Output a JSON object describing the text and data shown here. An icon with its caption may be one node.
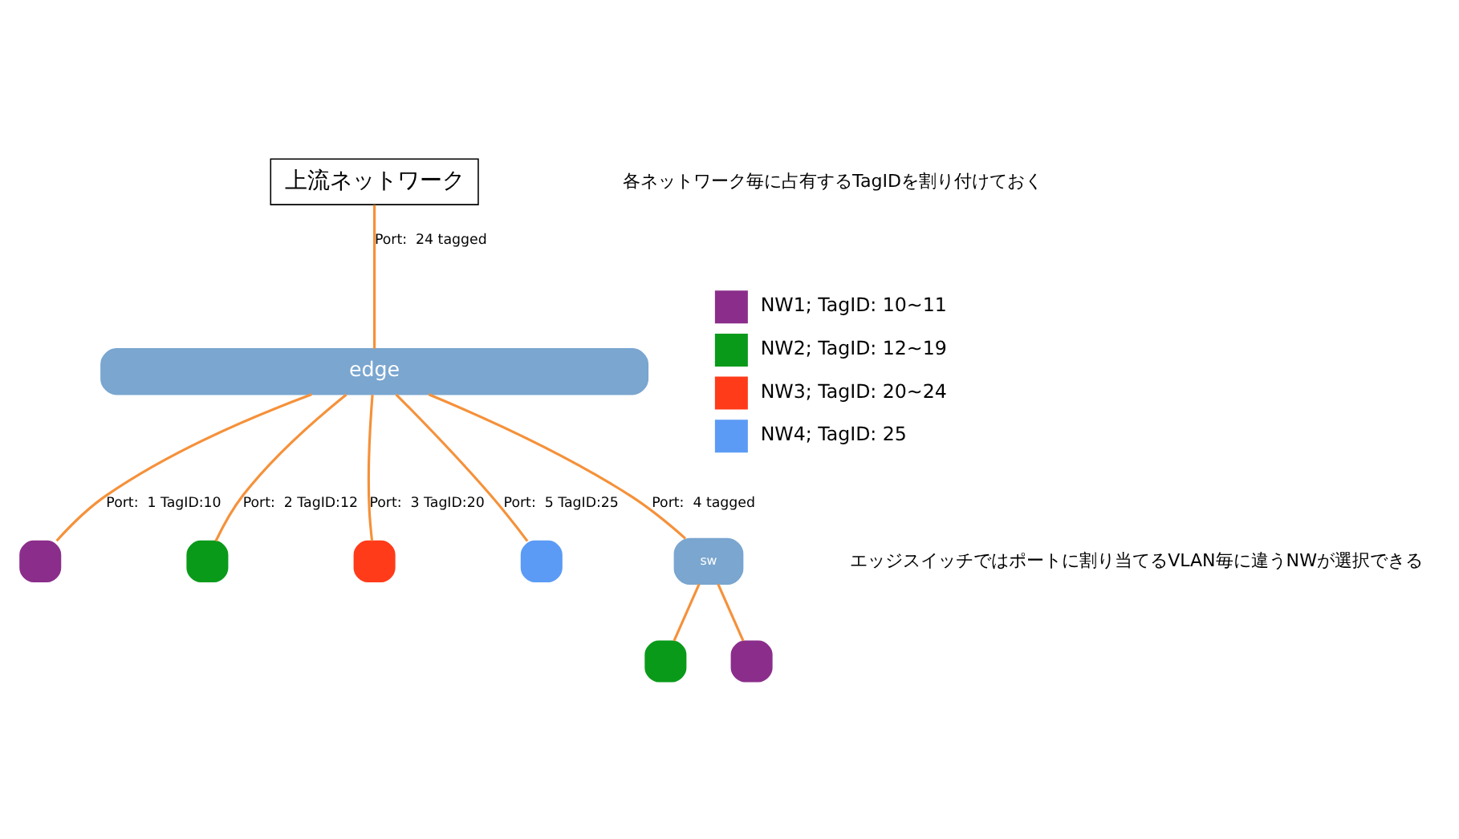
{
  "diagram": {
    "nodes": [
      {
        "text": [
          "上流ネットワーク"
        ]
      },
      {
        "text": [
          "edge"
        ]
      },
      {
        "text": [],
        "shape": "box"
      },
      {
        "text": [],
        "shape": "box"
      },
      {
        "text": [],
        "shape": "box"
      },
      {
        "text": [],
        "shape": "box"
      },
      {
        "text": [
          "sw"
        ]
      },
      {
        "text": [],
        "shape": "box"
      },
      {
        "text": [],
        "shape": "box"
      }
    ],
    "edges": [
      {
        "from": 0,
        "to": 1,
        "arrow": "none",
        "label": "Port:  24 tagged"
      },
      {
        "from": 1,
        "to": 2,
        "arrow": "none",
        "label": "Port:  1 TagID:10"
      },
      {
        "from": 1,
        "to": 3,
        "arrow": "none",
        "label": "Port:  2 TagID:12"
      },
      {
        "from": 1,
        "to": 4,
        "arrow": "none",
        "label": "Port:  3 TagID:20"
      },
      {
        "from": 1,
        "to": 6,
        "arrow": "none",
        "label": "Port:  4 tagged"
      },
      {
        "from": 1,
        "to": 5,
        "arrow": "none",
        "label": "Port:  5 TagID:25"
      },
      {
        "from": 6,
        "to": 7,
        "arrow": "none"
      },
      {
        "from": 6,
        "to": 8,
        "arrow": "none"
      }
    ],
    "labels": [
      "各ネットワーク毎に占有するTagIDを割り付けておく",
      "エッジスイッチではポートに割り当てるVLAN毎に違うNWが選択できる"
    ],
    "legend": [
      {
        "text": "NW1; TagID: 10~11",
        "color": "#8b2e8b"
      },
      {
        "text": "NW2; TagID: 12~19",
        "color": "#0a9a1a"
      },
      {
        "text": "NW3; TagID: 20~24",
        "color": "#ff3b1a"
      },
      {
        "text": "NW4; TagID: 25",
        "color": "#5b9bf5"
      }
    ]
  }
}
